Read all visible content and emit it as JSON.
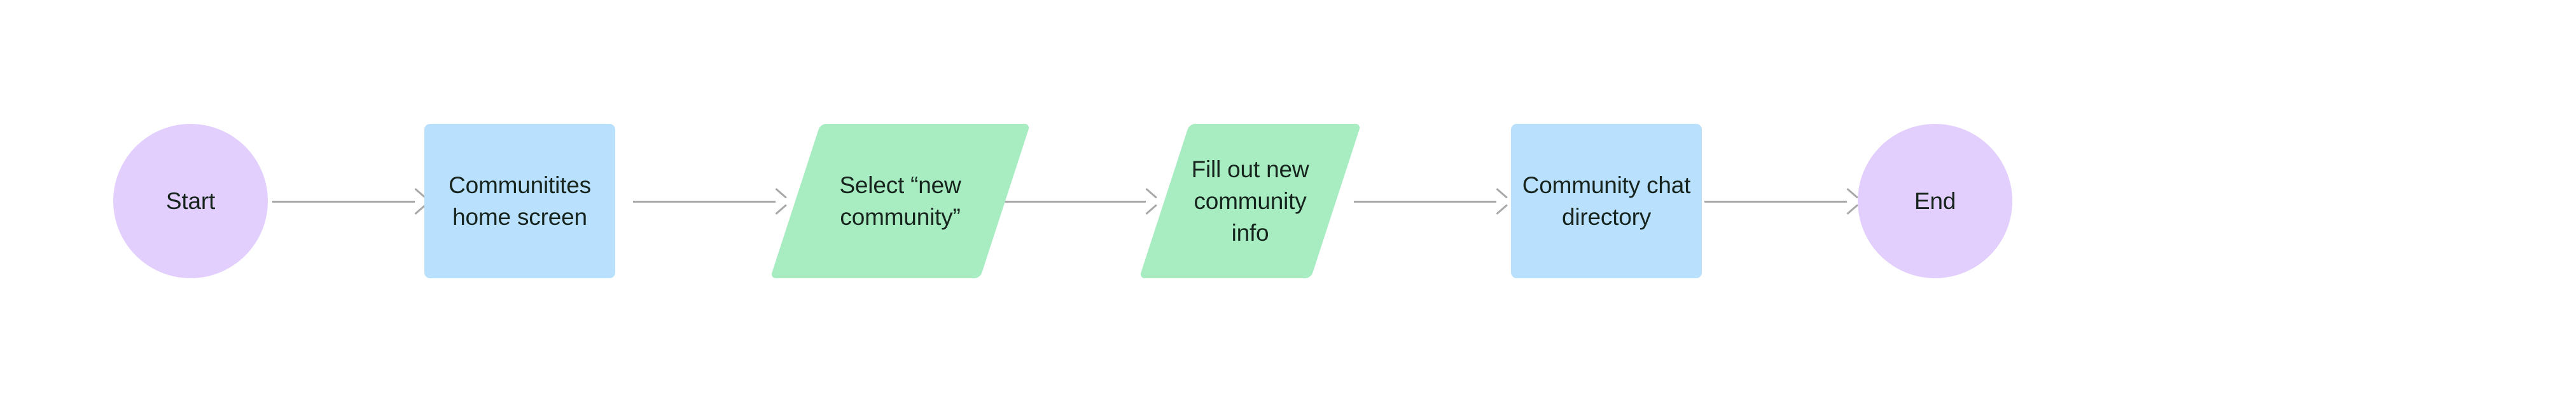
{
  "diagram": {
    "type": "flowchart",
    "orientation": "left-to-right",
    "background_color": "#ffffff",
    "colors": {
      "terminator_fill": "#e2cffd",
      "process_fill": "#b9e0fc",
      "io_fill": "#a8edc2",
      "connector_stroke": "#a8a8a8",
      "text": "#16241d"
    },
    "nodes": [
      {
        "id": "start",
        "shape": "circle",
        "label": "Start",
        "fill": "#e2cffd"
      },
      {
        "id": "communities-home-screen",
        "shape": "rectangle",
        "label": "Communitites\nhome screen",
        "fill": "#b9e0fc"
      },
      {
        "id": "select-new-community",
        "shape": "parallelogram",
        "label": "Select “new\ncommunity”",
        "fill": "#a8edc2"
      },
      {
        "id": "fill-out-new-community-info",
        "shape": "parallelogram",
        "label": "Fill out new\ncommunity\ninfo",
        "fill": "#a8edc2"
      },
      {
        "id": "community-chat-directory",
        "shape": "rectangle",
        "label": "Community chat\ndirectory",
        "fill": "#b9e0fc"
      },
      {
        "id": "end",
        "shape": "circle",
        "label": "End",
        "fill": "#e2cffd"
      }
    ],
    "connectors": [
      {
        "id": "start-to-communities",
        "from": "start",
        "to": "communities-home-screen",
        "style": "arrow"
      },
      {
        "id": "communities-to-select",
        "from": "communities-home-screen",
        "to": "select-new-community",
        "style": "arrow"
      },
      {
        "id": "select-to-fill",
        "from": "select-new-community",
        "to": "fill-out-new-community-info",
        "style": "arrow"
      },
      {
        "id": "fill-to-directory",
        "from": "fill-out-new-community-info",
        "to": "community-chat-directory",
        "style": "arrow"
      },
      {
        "id": "directory-to-end",
        "from": "community-chat-directory",
        "to": "end",
        "style": "arrow"
      }
    ]
  }
}
